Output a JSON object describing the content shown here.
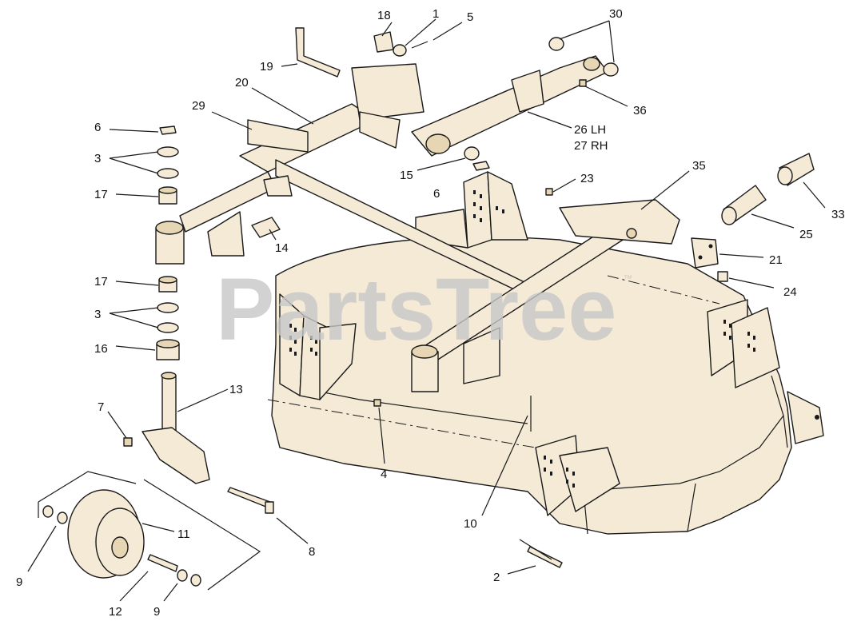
{
  "watermark": {
    "text": "PartsTree",
    "trademark": "™"
  },
  "callouts": [
    {
      "id": "c18",
      "label": "18"
    },
    {
      "id": "c1",
      "label": "1"
    },
    {
      "id": "c5",
      "label": "5"
    },
    {
      "id": "c30",
      "label": "30"
    },
    {
      "id": "c19",
      "label": "19"
    },
    {
      "id": "c20",
      "label": "20"
    },
    {
      "id": "c36",
      "label": "36"
    },
    {
      "id": "c29",
      "label": "29"
    },
    {
      "id": "c6a",
      "label": "6"
    },
    {
      "id": "c26",
      "label": "26 LH"
    },
    {
      "id": "c27",
      "label": "27 RH"
    },
    {
      "id": "c3a",
      "label": "3"
    },
    {
      "id": "c15",
      "label": "15"
    },
    {
      "id": "c35",
      "label": "35"
    },
    {
      "id": "c23",
      "label": "23"
    },
    {
      "id": "c6b",
      "label": "6"
    },
    {
      "id": "c17a",
      "label": "17"
    },
    {
      "id": "c33",
      "label": "33"
    },
    {
      "id": "c25",
      "label": "25"
    },
    {
      "id": "c14",
      "label": "14"
    },
    {
      "id": "c21",
      "label": "21"
    },
    {
      "id": "c17b",
      "label": "17"
    },
    {
      "id": "c24",
      "label": "24"
    },
    {
      "id": "c3b",
      "label": "3"
    },
    {
      "id": "c16",
      "label": "16"
    },
    {
      "id": "c13",
      "label": "13"
    },
    {
      "id": "c7",
      "label": "7"
    },
    {
      "id": "c4",
      "label": "4"
    },
    {
      "id": "c10",
      "label": "10"
    },
    {
      "id": "c11",
      "label": "11"
    },
    {
      "id": "c8",
      "label": "8"
    },
    {
      "id": "c9a",
      "label": "9"
    },
    {
      "id": "c2",
      "label": "2"
    },
    {
      "id": "c12",
      "label": "12"
    },
    {
      "id": "c9b",
      "label": "9"
    }
  ]
}
